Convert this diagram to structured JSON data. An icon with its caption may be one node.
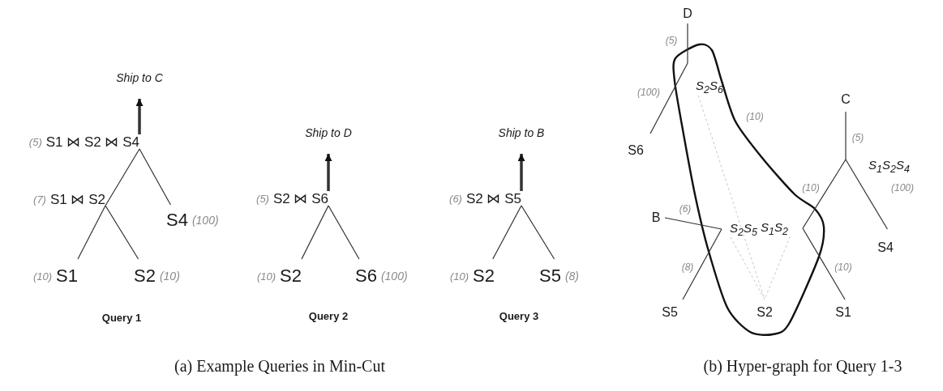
{
  "diagram": {
    "nodes": [
      {
        "text": [
          "Ship to C"
        ]
      },
      {
        "text": [
          "S1 ⋈ S2 ⋈ S4"
        ],
        "beside": [
          "(5)"
        ]
      },
      {
        "text": [
          "S1 ⋈ S2"
        ],
        "beside": [
          "(7)"
        ]
      },
      {
        "text": [
          "S4"
        ],
        "beside": [
          "(100)"
        ]
      },
      {
        "text": [
          "S1"
        ],
        "beside": [
          "(10)"
        ]
      },
      {
        "text": [
          "S2"
        ],
        "beside": [
          "(10)"
        ]
      },
      {
        "text": [
          "Ship to D"
        ]
      },
      {
        "text": [
          "S2 ⋈ S6"
        ],
        "beside": [
          "(5)"
        ]
      },
      {
        "text": [
          "S2"
        ],
        "beside": [
          "(10)"
        ]
      },
      {
        "text": [
          "S6"
        ],
        "beside": [
          "(100)"
        ]
      },
      {
        "text": [
          "Ship to B"
        ]
      },
      {
        "text": [
          "S2 ⋈ S5"
        ],
        "beside": [
          "(6)"
        ]
      },
      {
        "text": [
          "S2"
        ],
        "beside": [
          "(10)"
        ]
      },
      {
        "text": [
          "S5"
        ],
        "beside": [
          "(8)"
        ]
      },
      {
        "text": [
          "D"
        ]
      },
      {
        "text": [
          "S$_{2}$S$_{6}$"
        ]
      },
      {
        "text": [
          "S6"
        ]
      },
      {
        "text": [
          "C"
        ]
      },
      {
        "text": [
          "S$_{1}$S$_{2}$S$_{4}$"
        ]
      },
      {
        "text": [
          "B"
        ]
      },
      {
        "text": [
          "S$_{2}$S$_{5}$"
        ]
      },
      {
        "text": [
          "S$_{1}$S$_{2}$"
        ]
      },
      {
        "text": [
          "S4"
        ]
      },
      {
        "text": [
          "S5"
        ]
      },
      {
        "text": [
          "S2"
        ]
      },
      {
        "text": [
          "S1"
        ]
      }
    ],
    "edges": [
      {
        "from": 1,
        "to": 0,
        "arrow": "to",
        "style": "thick"
      },
      {
        "from": 1,
        "to": 2,
        "arrow": "none"
      },
      {
        "from": 1,
        "to": 3,
        "arrow": "none"
      },
      {
        "from": 2,
        "to": 4,
        "arrow": "none"
      },
      {
        "from": 2,
        "to": 5,
        "arrow": "none"
      },
      {
        "from": 7,
        "to": 6,
        "arrow": "to",
        "style": "thick"
      },
      {
        "from": 7,
        "to": 8,
        "arrow": "none"
      },
      {
        "from": 7,
        "to": 9,
        "arrow": "none"
      },
      {
        "from": 11,
        "to": 10,
        "arrow": "to",
        "style": "thick"
      },
      {
        "from": 11,
        "to": 12,
        "arrow": "none"
      },
      {
        "from": 11,
        "to": 13,
        "arrow": "none"
      },
      {
        "from": 14,
        "to": 15,
        "arrow": "none",
        "label": "(5)"
      },
      {
        "from": 15,
        "to": 16,
        "arrow": "none",
        "label": "(100)"
      },
      {
        "from": 15,
        "to": 24,
        "arrow": "none",
        "label": "(10)",
        "style": "dashed",
        "color": "#c8c8c8"
      },
      {
        "from": 17,
        "to": 18,
        "arrow": "none",
        "label": "(5)"
      },
      {
        "from": 18,
        "to": 21,
        "arrow": "none",
        "label": "(10)"
      },
      {
        "from": 18,
        "to": 22,
        "arrow": "none",
        "label": "(100)"
      },
      {
        "from": 19,
        "to": 20,
        "arrow": "none",
        "label": "(6)"
      },
      {
        "from": 20,
        "to": 23,
        "arrow": "none",
        "label": "(8)"
      },
      {
        "from": 20,
        "to": 24,
        "arrow": "none",
        "style": "dashed",
        "color": "#c8c8c8"
      },
      {
        "from": 21,
        "to": 24,
        "arrow": "none",
        "style": "dashed",
        "color": "#c8c8c8"
      },
      {
        "from": 21,
        "to": 25,
        "arrow": "none",
        "label": "(10)"
      }
    ],
    "labels": [
      "Query 1",
      "Query 2",
      "Query 3",
      "(a) Example Queries in Min-Cut",
      "(b) Hyper-graph for Query 1-3"
    ]
  }
}
